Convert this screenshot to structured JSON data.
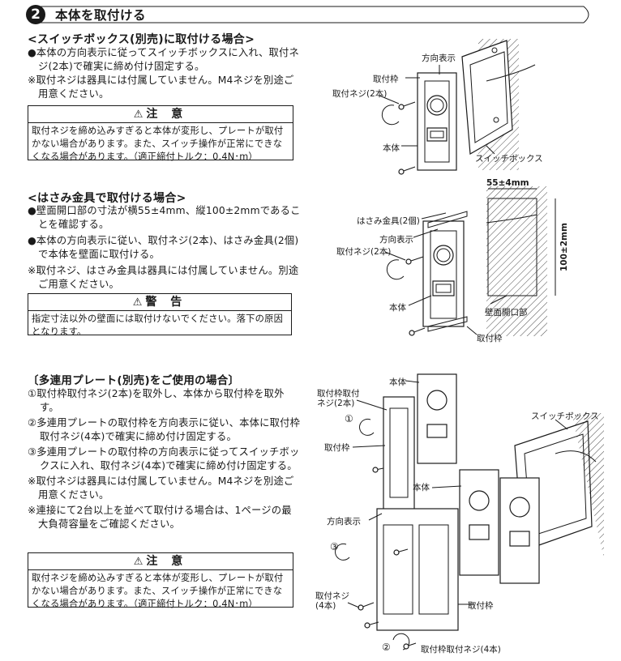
{
  "section": {
    "number": "2",
    "title": "本体を取付ける"
  },
  "s1": {
    "heading": "<スイッチボックス(別売)に取付ける場合>",
    "p1": "●本体の方向表示に従ってスイッチボックスに入れ、取付ネジ(2本)で確実に締め付け固定する。",
    "p2": "※取付ネジは器具には付属していません。M4ネジを別途ご用意ください。",
    "caution_title": "注 意",
    "caution_body": "取付ネジを締め込みすぎると本体が変形し、プレートが取付かない場合があります。また、スイッチ操作が正常にできなくなる場合があります。（適正締付トルク：0.4N･m）"
  },
  "s2": {
    "heading": "<はさみ金具で取付ける場合>",
    "p1": "●壁面開口部の寸法が横55±4mm、縦100±2mmであることを確認する。",
    "p2": "●本体の方向表示に従い、取付ネジ(2本)、はさみ金具(2個)で本体を壁面に取付ける。",
    "p3": "※取付ネジ、はさみ金具は器具には付属していません。別途ご用意ください。",
    "warning_title": "警 告",
    "warning_body": "指定寸法以外の壁面には取付けないでください。落下の原因となります。"
  },
  "s3": {
    "heading": "〔多連用プレート(別売)をご使用の場合〕",
    "p1": "①取付枠取付ネジ(2本)を取外し、本体から取付枠を取外す。",
    "p2": "②多連用プレートの取付枠を方向表示に従い、本体に取付枠取付ネジ(4本)で確実に締め付け固定する。",
    "p3": "③多連用プレートの取付枠の方向表示に従ってスイッチボックスに入れ、取付ネジ(4本)で確実に締め付け固定する。",
    "p4": "※取付ネジは器具には付属していません。M4ネジを別途ご用意ください。",
    "p5": "※連接にて2台以上を並べて取付ける場合は、1ページの最大負荷容量をご確認ください。",
    "caution_title": "注 意",
    "caution_body": "取付ネジを締め込みすぎると本体が変形し、プレートが取付かない場合があります。また、スイッチ操作が正常にできなくなる場合があります。（適正締付トルク：0.4N･m）"
  },
  "fig1": {
    "label_direction": "方向表示",
    "label_frame": "取付枠",
    "label_screw": "取付ネジ(2本)",
    "label_body": "本体",
    "label_box": "スイッチボックス"
  },
  "fig2": {
    "dim_w": "55±4mm",
    "dim_h": "100±2mm",
    "label_clip": "はさみ金具(2個)",
    "label_direction": "方向表示",
    "label_screw": "取付ネジ(2本)",
    "label_body": "本体",
    "label_opening": "壁面開口部",
    "label_frame": "取付枠"
  },
  "fig3": {
    "label_body_top": "本体",
    "label_frame_screw": "取付枠取付\nネジ(2本)",
    "step1": "①",
    "label_frame_top": "取付枠",
    "label_box": "スイッチボックス",
    "label_body_mid": "本体",
    "label_direction": "方向表示",
    "step3": "③",
    "label_screw4": "取付ネジ\n(4本)",
    "label_frame_bottom": "取付枠",
    "step2": "②",
    "label_frame_screw4": "取付枠取付ネジ(4本)"
  }
}
